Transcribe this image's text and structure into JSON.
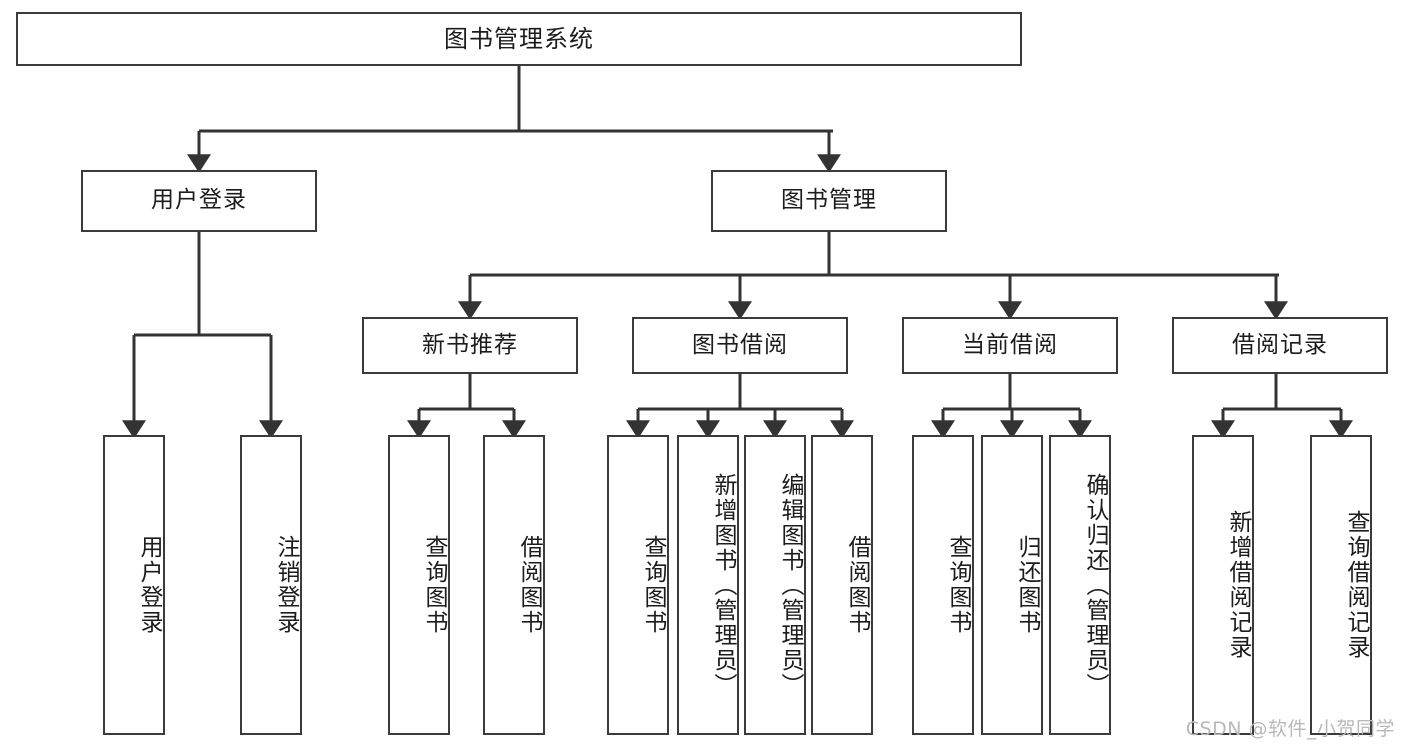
{
  "diagram": {
    "title": "图书管理系统",
    "watermark": "CSDN @软件_小贺同学",
    "colors": {
      "box_border": "#3b3b3b",
      "box_fill": "#ffffff",
      "edge": "#333333",
      "text": "#1c1c1c",
      "watermark": "#b9b9b9",
      "background": "#ffffff"
    },
    "root": {
      "label": "图书管理系统"
    },
    "level2": [
      {
        "label": "用户登录"
      },
      {
        "label": "图书管理"
      }
    ],
    "level3": [
      {
        "label": "新书推荐"
      },
      {
        "label": "图书借阅"
      },
      {
        "label": "当前借阅"
      },
      {
        "label": "借阅记录"
      }
    ],
    "leaves": {
      "user_login": [
        {
          "label": "用户登录"
        },
        {
          "label": "注销登录"
        }
      ],
      "new_book_recommend": [
        {
          "label": "查询图书"
        },
        {
          "label": "借阅图书"
        }
      ],
      "book_borrow": [
        {
          "label": "查询图书"
        },
        {
          "label": "新增图书（管理员）"
        },
        {
          "label": "编辑图书（管理员）"
        },
        {
          "label": "借阅图书"
        }
      ],
      "current_borrow": [
        {
          "label": "查询图书"
        },
        {
          "label": "归还图书"
        },
        {
          "label": "确认归还（管理员）"
        }
      ],
      "borrow_record": [
        {
          "label": "新增借阅记录"
        },
        {
          "label": "查询借阅记录"
        }
      ]
    }
  }
}
